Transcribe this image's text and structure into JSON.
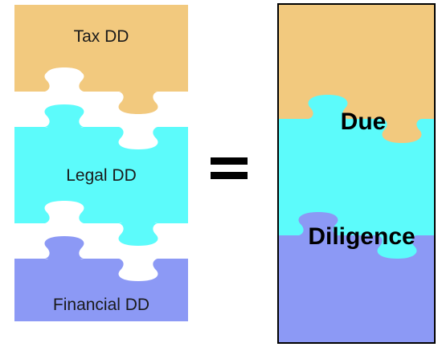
{
  "left_pieces": [
    {
      "label": "Tax DD",
      "color": "#f2c97e"
    },
    {
      "label": "Legal DD",
      "color": "#5cfbfb"
    },
    {
      "label": "Financial DD",
      "color": "#8c99f5"
    }
  ],
  "equals_sign": "=",
  "combined_block": {
    "word_top": "Due",
    "word_bottom": "Diligence",
    "colors": {
      "tax": "#f2c97e",
      "legal": "#5cfbfb",
      "financial": "#8c99f5"
    },
    "border_color": "#000000"
  }
}
